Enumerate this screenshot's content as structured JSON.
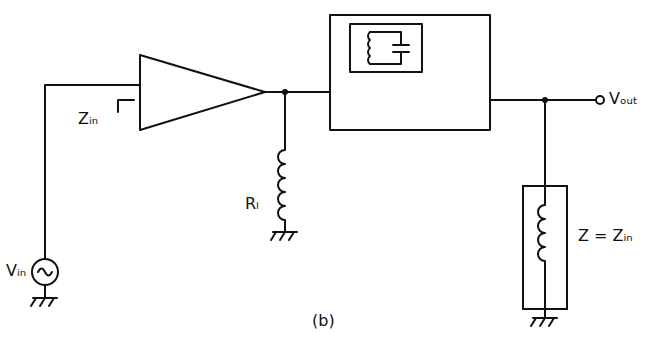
{
  "diagram": {
    "caption": "(b)",
    "nodes": [
      {
        "text": [
          "Z = Zᵢₙ"
        ]
      }
    ],
    "labels": [
      "Vᵢₙ",
      "Zᵢₙ",
      "Rₗ",
      "Vₒᵤₜ"
    ]
  }
}
